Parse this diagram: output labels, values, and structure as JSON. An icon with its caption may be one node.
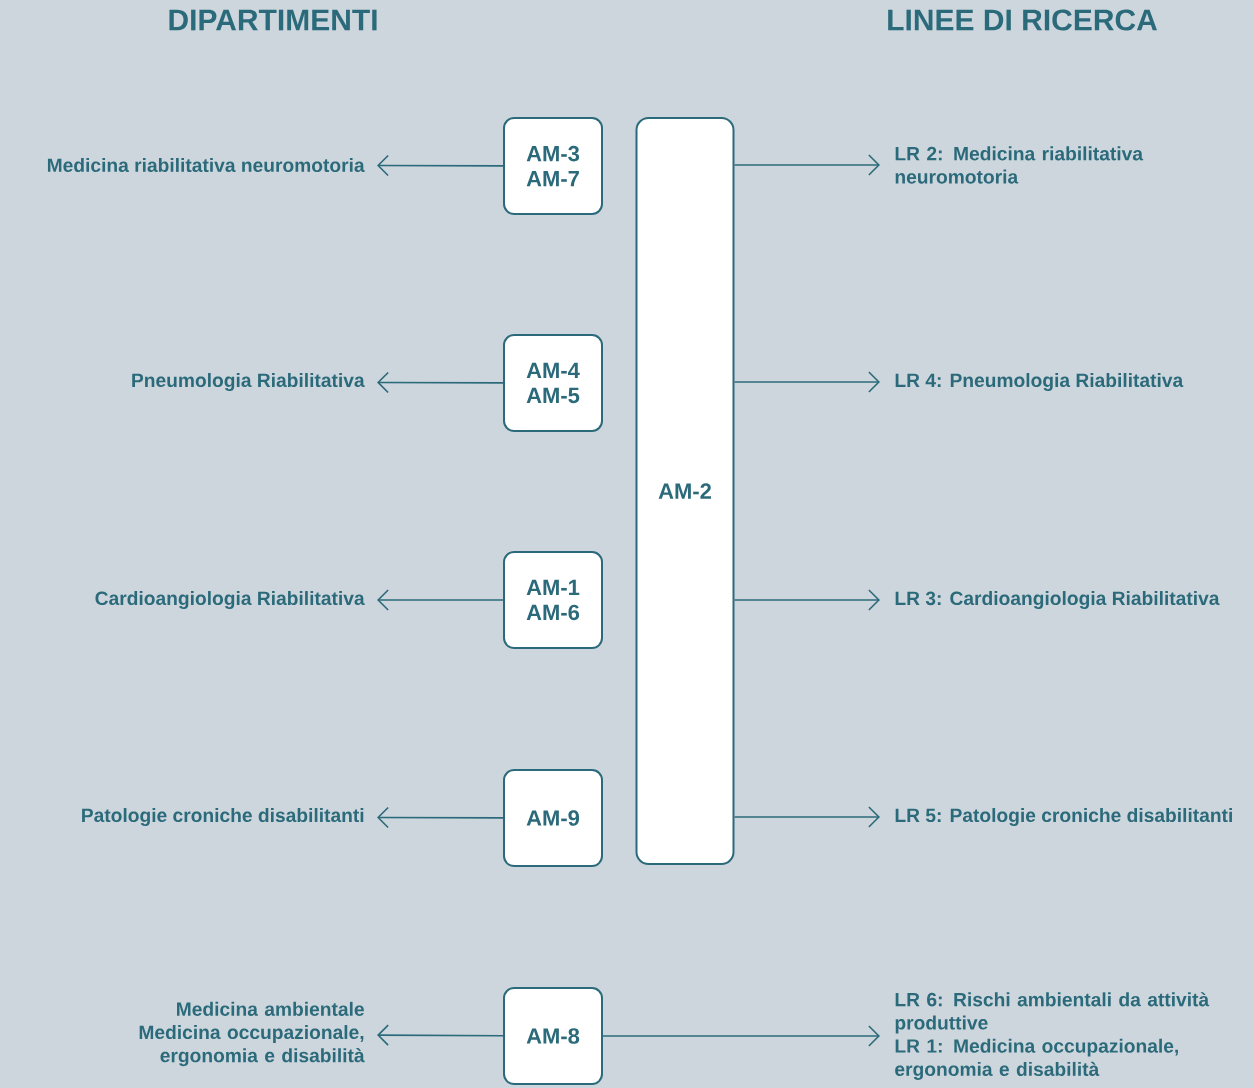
{
  "diagram": {
    "nodes": [
      {
        "text": [
          "Medicina riabilitativa neuromotoria"
        ]
      },
      {
        "text": [
          "AM-3",
          "AM-7"
        ]
      },
      {
        "text": [
          "AM-2"
        ]
      },
      {
        "text": [
          "LR 2: Medicina riabilitativa neuromotoria"
        ]
      },
      {
        "text": [
          "Pneumologia Riabilitativa"
        ]
      },
      {
        "text": [
          "AM-4",
          "AM-5"
        ]
      },
      {
        "text": [
          "LR 4: Pneumologia Riabilitativa"
        ]
      },
      {
        "text": [
          "Cardioangiologia Riabilitativa"
        ]
      },
      {
        "text": [
          "AM-1",
          "AM-6"
        ]
      },
      {
        "text": [
          "LR 3: Cardioangiologia Riabilitativa"
        ]
      },
      {
        "text": [
          "Patologie croniche disabilitanti"
        ]
      },
      {
        "text": [
          "AM-9"
        ]
      },
      {
        "text": [
          "LR 5: Patologie croniche disabilitanti"
        ]
      },
      {
        "text": [
          "Medicina ambientale",
          "Medicina occupazionale, ergonomia e disabilità"
        ]
      },
      {
        "text": [
          "AM-8"
        ]
      },
      {
        "text": [
          "LR 6: Rischi ambientali da attività produttive",
          "LR 1: Medicina occupazionale, ergonomia e disabilità"
        ]
      }
    ],
    "edges": [
      {
        "from": 1,
        "to": 0,
        "arrow": "to"
      },
      {
        "from": 2,
        "to": 3,
        "arrow": "to"
      },
      {
        "from": 5,
        "to": 4,
        "arrow": "to"
      },
      {
        "from": 2,
        "to": 6,
        "arrow": "to"
      },
      {
        "from": 8,
        "to": 7,
        "arrow": "to"
      },
      {
        "from": 2,
        "to": 9,
        "arrow": "to"
      },
      {
        "from": 11,
        "to": 10,
        "arrow": "to"
      },
      {
        "from": 2,
        "to": 12,
        "arrow": "to"
      },
      {
        "from": 14,
        "to": 13,
        "arrow": "to"
      },
      {
        "from": 14,
        "to": 15,
        "arrow": "to"
      }
    ],
    "labels": [
      "DIPARTIMENTI",
      "LINEE DI RICERCA"
    ]
  }
}
